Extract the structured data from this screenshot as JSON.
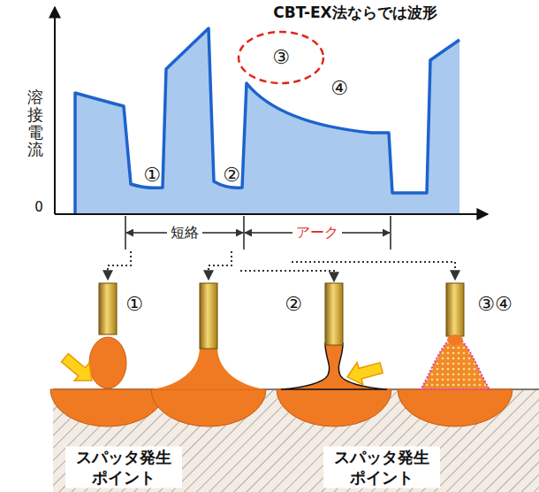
{
  "diagram": {
    "title": "CBT-EX法ならでは波形",
    "nodes": [
      {
        "text": [
          "③"
        ]
      }
    ],
    "labels": [
      "溶接電流",
      "0",
      "①",
      "②",
      "④",
      "短絡",
      "アーク",
      "①",
      "②",
      "③④",
      "スパッタ発生 ポイント",
      "スパッタ発生 ポイント"
    ]
  }
}
